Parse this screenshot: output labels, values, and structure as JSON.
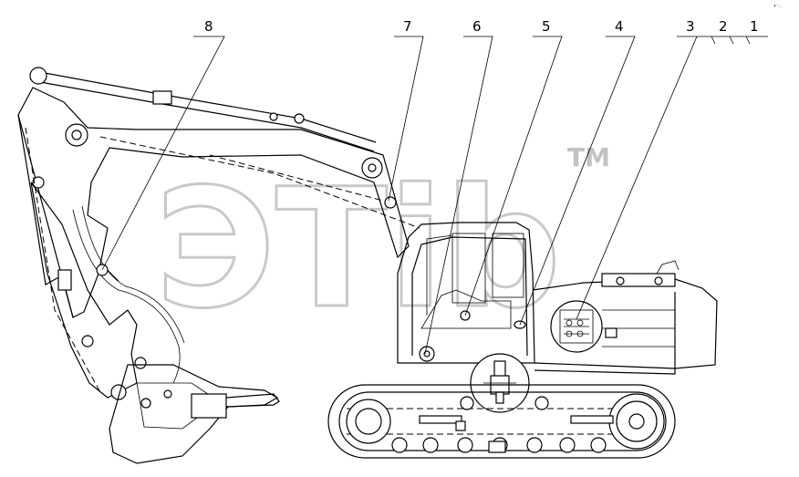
{
  "watermark": {
    "text": "ЭTib",
    "trademark": "TM"
  },
  "corner_mark": "•⁻‥",
  "callouts": [
    {
      "id": "1",
      "label": "1"
    },
    {
      "id": "2",
      "label": "2"
    },
    {
      "id": "3",
      "label": "3"
    },
    {
      "id": "4",
      "label": "4"
    },
    {
      "id": "5",
      "label": "5"
    },
    {
      "id": "6",
      "label": "6"
    },
    {
      "id": "7",
      "label": "7"
    },
    {
      "id": "8",
      "label": "8"
    }
  ]
}
